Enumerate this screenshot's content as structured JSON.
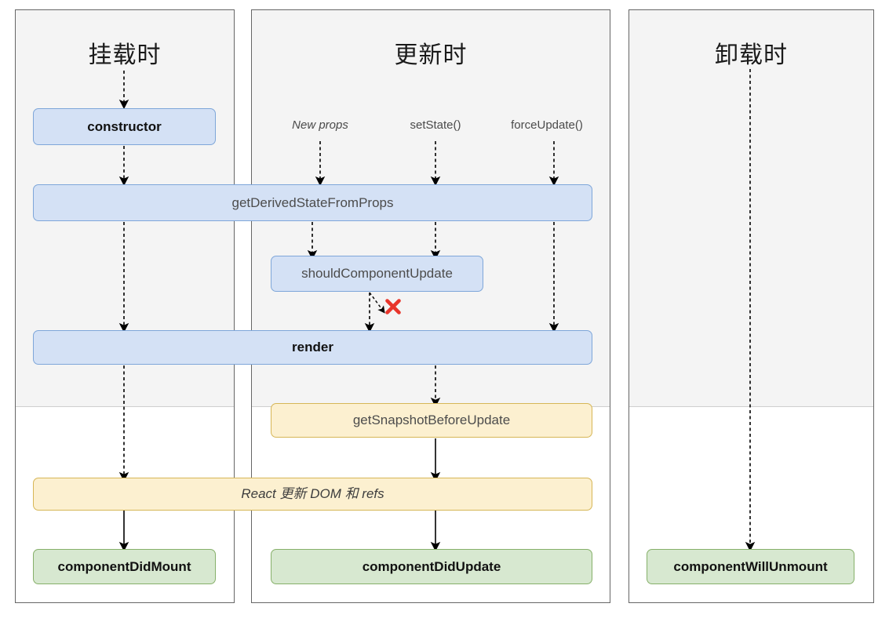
{
  "diagram": {
    "title_mounting": "挂载时",
    "title_updating": "更新时",
    "title_unmounting": "卸载时",
    "columns": [
      {
        "id": "mounting",
        "title": "挂载时",
        "phases": [
          "render-phase",
          "commit-phase"
        ]
      },
      {
        "id": "updating",
        "title": "更新时",
        "phases": [
          "render-phase",
          "pre-commit-phase",
          "commit-phase"
        ]
      },
      {
        "id": "unmounting",
        "title": "卸载时",
        "phases": [
          "commit-phase"
        ]
      }
    ],
    "triggers": [
      {
        "label": "New props",
        "style": "italic"
      },
      {
        "label": "setState()",
        "style": "normal"
      },
      {
        "label": "forceUpdate()",
        "style": "normal"
      }
    ],
    "nodes": [
      {
        "id": "constructor",
        "label": "constructor",
        "color": "blue",
        "weight": "bold",
        "column": "mounting"
      },
      {
        "id": "getDerivedStateFromProps",
        "label": "getDerivedStateFromProps",
        "color": "blue",
        "weight": "normal",
        "column": "mounting+updating"
      },
      {
        "id": "shouldComponentUpdate",
        "label": "shouldComponentUpdate",
        "color": "blue",
        "weight": "normal",
        "column": "updating"
      },
      {
        "id": "render",
        "label": "render",
        "color": "blue",
        "weight": "bold",
        "column": "mounting+updating"
      },
      {
        "id": "getSnapshotBeforeUpdate",
        "label": "getSnapshotBeforeUpdate",
        "color": "yellow",
        "weight": "normal",
        "column": "updating"
      },
      {
        "id": "reactUpdatesDom",
        "label": "React 更新 DOM 和 refs",
        "color": "yellow",
        "weight": "italic",
        "column": "mounting+updating"
      },
      {
        "id": "componentDidMount",
        "label": "componentDidMount",
        "color": "green",
        "weight": "bold",
        "column": "mounting"
      },
      {
        "id": "componentDidUpdate",
        "label": "componentDidUpdate",
        "color": "green",
        "weight": "bold",
        "column": "updating"
      },
      {
        "id": "componentWillUnmount",
        "label": "componentWillUnmount",
        "color": "green",
        "weight": "bold",
        "column": "unmounting"
      }
    ],
    "markers": [
      {
        "id": "skip-render",
        "symbol": "✖",
        "color": "#e8352b",
        "meaning": "shouldComponentUpdate returns false - rendering is skipped"
      }
    ],
    "colors": {
      "blue_fill": "#d4e1f5",
      "blue_stroke": "#7ea6d9",
      "yellow_fill": "#fcf0d0",
      "yellow_stroke": "#d6b656",
      "green_fill": "#d7e8d0",
      "green_stroke": "#86b06a",
      "band_fill": "#f4f4f4",
      "panel_stroke": "#666666",
      "cross_red": "#e8352b",
      "arrow_black": "#000000"
    }
  }
}
